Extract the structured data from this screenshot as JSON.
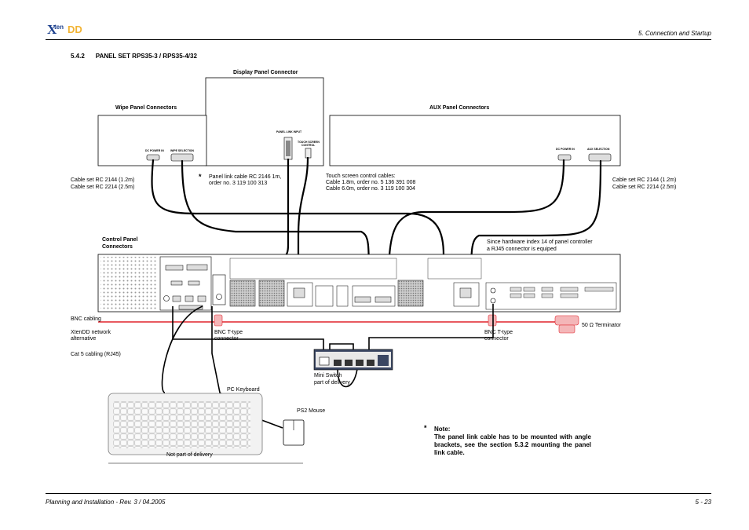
{
  "header": {
    "logo_x": "X",
    "logo_ten": "ten",
    "logo_dd": "DD",
    "chapter": "5. Connection and Startup"
  },
  "section": {
    "number": "5.4.2",
    "title": "PANEL SET RPS35-3 / RPS35-4/32"
  },
  "panels": {
    "display_title": "Display Panel Connector",
    "wipe_title": "Wipe Panel Connectors",
    "aux_title": "AUX Panel Connectors",
    "control_title_1": "Control Panel",
    "control_title_2": "Connectors"
  },
  "connector_labels": {
    "panel_link_input": "PANEL LINK INPUT",
    "touch_screen_control_1": "TOUCH SCREEN",
    "touch_screen_control_2": "CONTROL",
    "wipe_dc_power_in": "DC POWER IN",
    "wipe_selection": "WIPE SELECTION",
    "aux_dc_power_in": "DC POWER IN",
    "aux_selection": "AUX SELECTION"
  },
  "cables": {
    "left_1": "Cable set  RC 2144 (1.2m)",
    "left_2": "Cable set  RC 2214 (2.5m)",
    "right_1": "Cable set  RC 2144 (1.2m)",
    "right_2": "Cable set  RC 2214 (2.5m)",
    "panel_link_star": "*",
    "panel_link_1": "Panel link cable RC 2146 1m,",
    "panel_link_2": "order no. 3 119 100 313",
    "touch_1": "Touch screen control cables:",
    "touch_2": "Cable 1.8m, order no. 5 136 391 008",
    "touch_3": "Cable 6.0m, order no. 3 119 100 304",
    "rj45_note_1": "Since hardware index 14 of panel controller",
    "rj45_note_2": "a RJ45 connector is equiped"
  },
  "legend": {
    "bnc_cabling": "BNC cabling",
    "xtendd_1": "XtenDD network",
    "xtendd_2": "alternative",
    "cat5": "Cat 5 cabling (RJ45)",
    "bnc_t_left_1": "BNC T-type",
    "bnc_t_left_2": "connector",
    "bnc_t_right_1": "BNC T-type",
    "bnc_t_right_2": "connector",
    "terminator": "50 Ω Terminator",
    "mini_switch_1": "Mini Switch",
    "mini_switch_2": "part of delivery",
    "pc_keyboard": "PC Keyboard",
    "ps2_mouse": "PS2 Mouse",
    "not_part": "Not part of delivery"
  },
  "note": {
    "star": "*",
    "heading": "Note:",
    "body": "The panel link cable has to be mounted with angle brackets, see the section 5.3.2 mounting the panel link cable."
  },
  "footer": {
    "left": "Planning and Installation - Rev. 3 / 04.2005",
    "right": "5 - 23"
  },
  "colors": {
    "bnc_red": "#e0242c",
    "logo_blue": "#1a3e8c",
    "logo_orange": "#f2b333"
  }
}
